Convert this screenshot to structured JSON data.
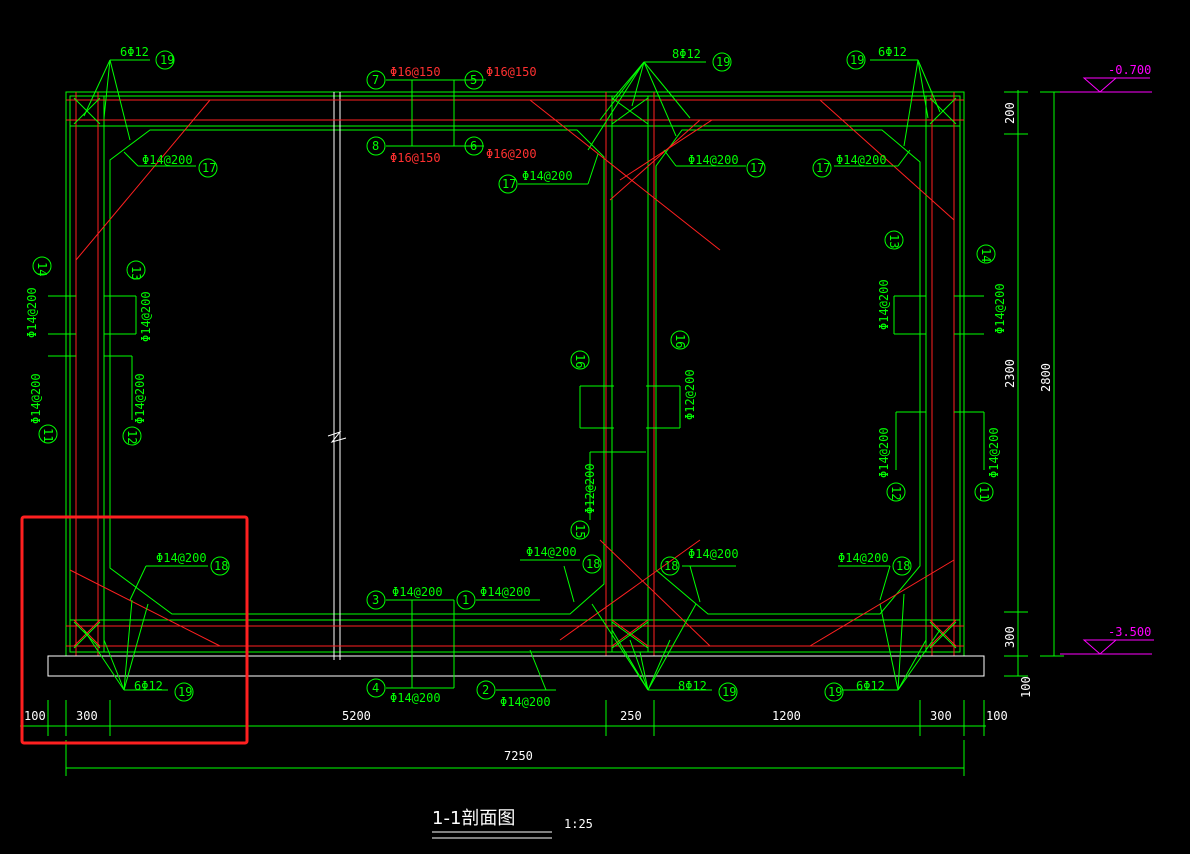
{
  "drawing": {
    "title": "1-1剖面图",
    "scale": "1:25",
    "colors": {
      "background": "#000000",
      "rebar_green": "#00ff00",
      "rebar_red": "#ff2020",
      "outline": "#ffffff",
      "elevation": "#ff00ff",
      "highlight": "#ff2020"
    },
    "elevations": {
      "top": "-0.700",
      "bottom": "-3.500"
    },
    "dims_bottom": [
      "100",
      "300",
      "5200",
      "250",
      "1200",
      "300",
      "100"
    ],
    "dim_total": "7250",
    "dims_right": [
      "200",
      "2300",
      "300",
      "100"
    ],
    "dim_right_total": "2800",
    "callouts": [
      {
        "num": "19",
        "text": "6Φ12"
      },
      {
        "num": "19",
        "text": "8Φ12"
      },
      {
        "num": "19",
        "text": "6Φ12"
      },
      {
        "num": "7",
        "text": "Φ16@150"
      },
      {
        "num": "5",
        "text": "Φ16@150"
      },
      {
        "num": "8",
        "text": "Φ16@150"
      },
      {
        "num": "6",
        "text": "Φ16@200"
      },
      {
        "num": "17",
        "text": "Φ14@200"
      },
      {
        "num": "17",
        "text": "Φ14@200"
      },
      {
        "num": "17",
        "text": "Φ14@200"
      },
      {
        "num": "17",
        "text": "Φ14@200"
      },
      {
        "num": "14",
        "text": "Φ14@200"
      },
      {
        "num": "13",
        "text": "Φ14@200"
      },
      {
        "num": "11",
        "text": "Φ14@200"
      },
      {
        "num": "12",
        "text": "Φ14@200"
      },
      {
        "num": "16",
        "text": ""
      },
      {
        "num": "16",
        "text": "Φ12@200"
      },
      {
        "num": "15",
        "text": "Φ12@200"
      },
      {
        "num": "13",
        "text": "Φ14@200"
      },
      {
        "num": "14",
        "text": "Φ14@200"
      },
      {
        "num": "12",
        "text": "Φ14@200"
      },
      {
        "num": "11",
        "text": "Φ14@200"
      },
      {
        "num": "18",
        "text": "Φ14@200"
      },
      {
        "num": "18",
        "text": "Φ14@200"
      },
      {
        "num": "18",
        "text": "Φ14@200"
      },
      {
        "num": "18",
        "text": "Φ14@200"
      },
      {
        "num": "3",
        "text": "Φ14@200"
      },
      {
        "num": "1",
        "text": "Φ14@200"
      },
      {
        "num": "4",
        "text": "Φ14@200"
      },
      {
        "num": "2",
        "text": "Φ14@200"
      },
      {
        "num": "19",
        "text": "6Φ12"
      },
      {
        "num": "19",
        "text": "8Φ12"
      },
      {
        "num": "19",
        "text": "6Φ12"
      }
    ]
  }
}
